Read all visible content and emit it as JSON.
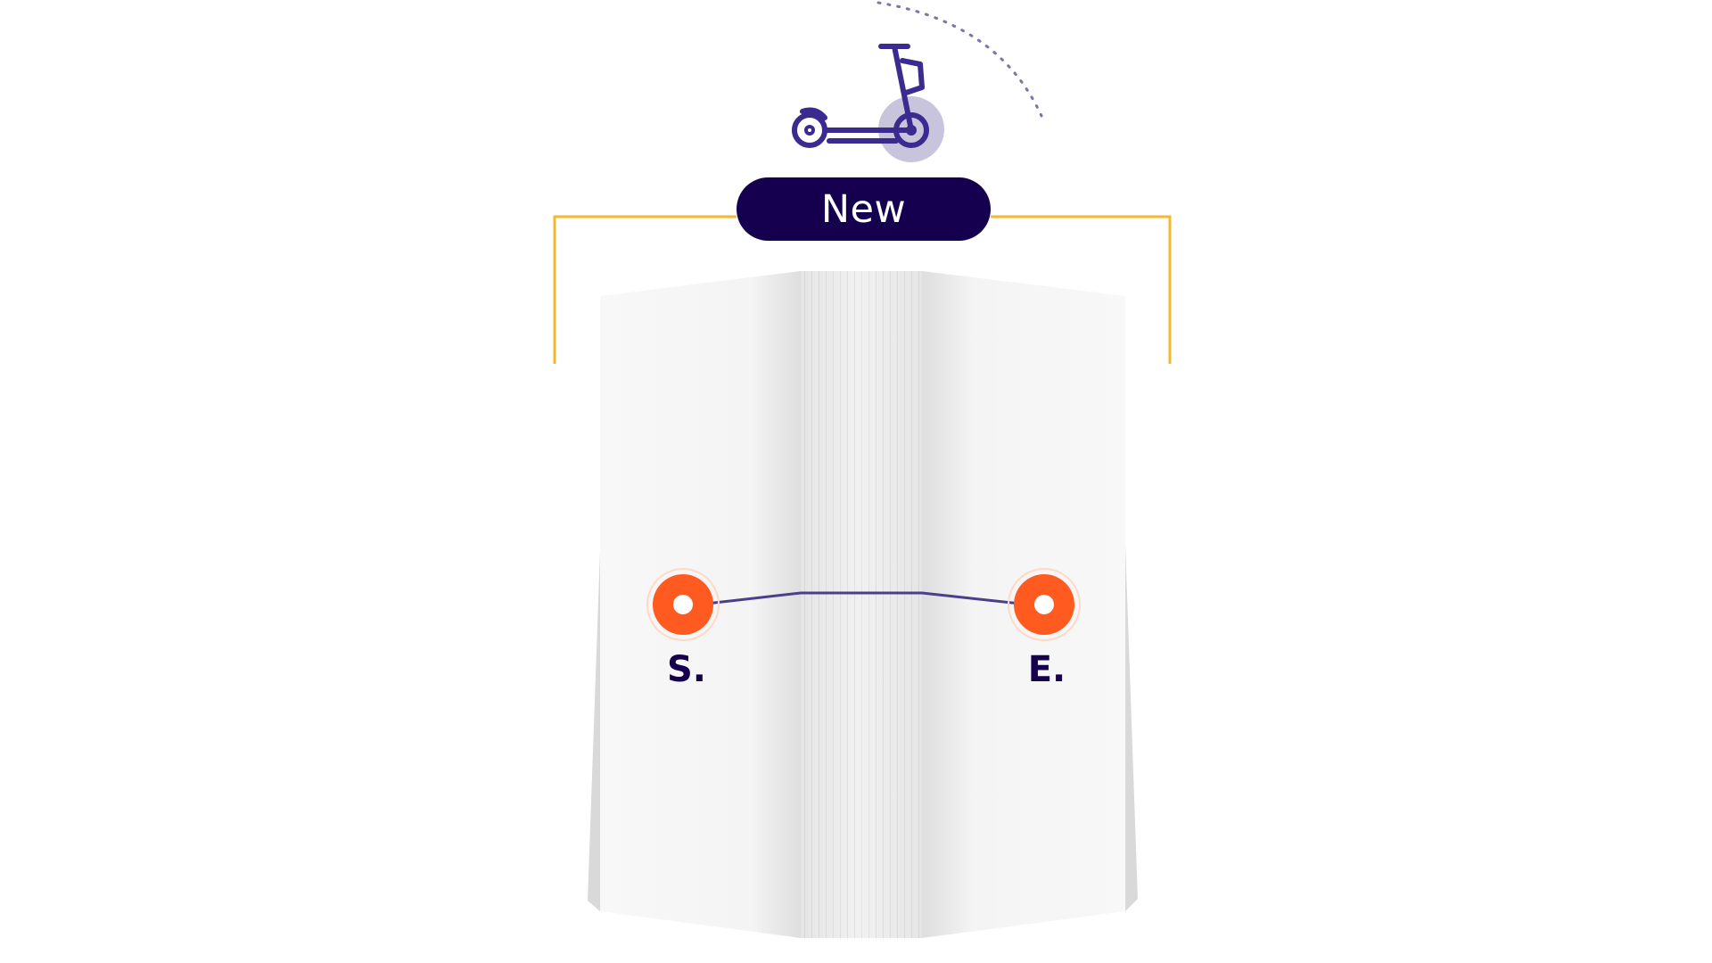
{
  "badge": {
    "label": "New"
  },
  "route": {
    "start_label": "S.",
    "end_label": "E."
  },
  "colors": {
    "navy": "#14004f",
    "accent_orange": "#ff5a1f",
    "bracket_yellow": "#f5b82e",
    "route_line": "#4a3f8a",
    "icon_purple": "#3b2a8f"
  },
  "icons": [
    "kick-scooter-icon",
    "start-pin-icon",
    "end-pin-icon"
  ]
}
